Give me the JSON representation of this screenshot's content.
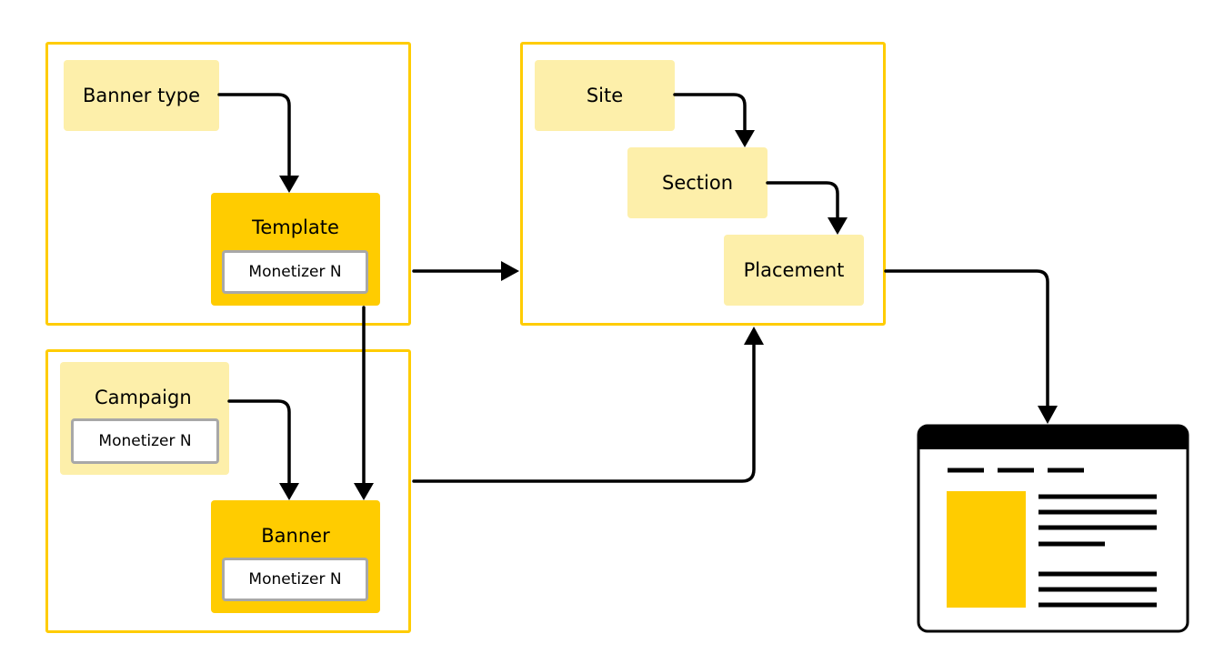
{
  "nodes": {
    "banner_type": "Banner type",
    "template": "Template",
    "template_monetizer": "Monetizer N",
    "campaign": "Campaign",
    "campaign_monetizer": "Monetizer N",
    "banner": "Banner",
    "banner_monetizer": "Monetizer N",
    "site": "Site",
    "section": "Section",
    "placement": "Placement"
  },
  "colors": {
    "accent": "#ffcc00",
    "light_fill": "#fdefaa",
    "monetizer_border": "#a8a8a8",
    "arrow": "#000000"
  },
  "icons": {
    "webpage": "webpage-icon"
  }
}
